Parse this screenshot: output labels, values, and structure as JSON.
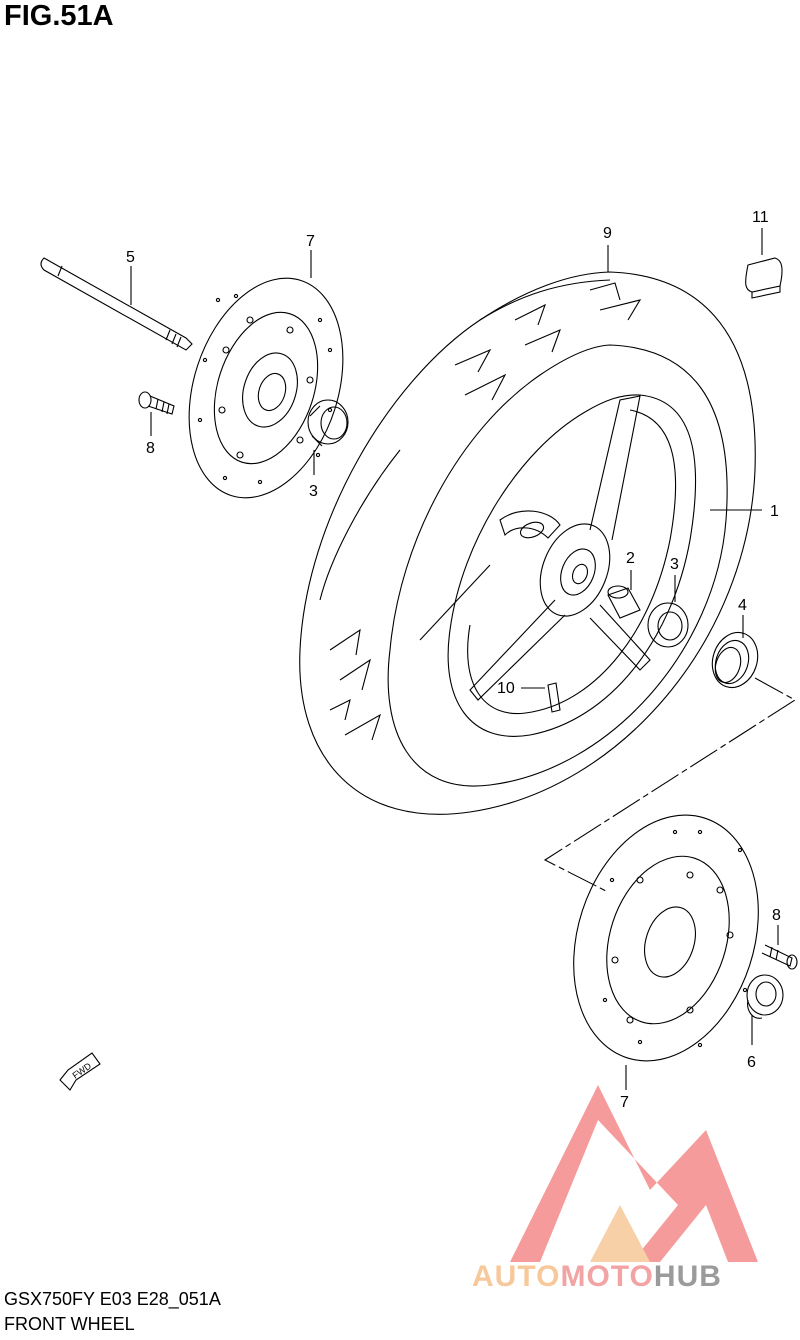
{
  "figure": {
    "title": "FIG.51A"
  },
  "footer": {
    "code": "GSX750FY E03 E28_051A",
    "name": "FRONT WHEEL"
  },
  "callouts": [
    "1",
    "2",
    "3",
    "3",
    "4",
    "5",
    "6",
    "7",
    "7",
    "8",
    "8",
    "9",
    "10",
    "11"
  ],
  "fwd_label": "FWD",
  "watermark": {
    "part1": "AUTO",
    "part2": "MOTO",
    "part3": "HUB",
    "colors": {
      "auto": "#f7c89a",
      "moto": "#f3a3a3",
      "hub": "#9b9b9b",
      "logo": "#f48a8a"
    }
  }
}
